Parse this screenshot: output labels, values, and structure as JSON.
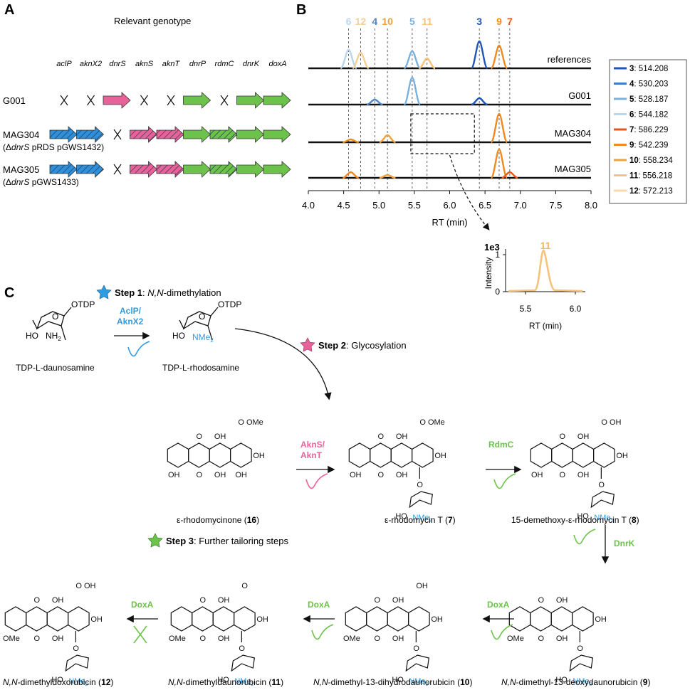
{
  "panel_a": {
    "label": "A",
    "title": "Relevant genotype",
    "genes": [
      "aclP",
      "aknX2",
      "dnrS",
      "aknS",
      "aknT",
      "dnrP",
      "rdmC",
      "dnrK",
      "doxA"
    ],
    "strains": [
      {
        "name": "G001",
        "sub": "",
        "cells": [
          "x",
          "x",
          "pink",
          "x",
          "x",
          "green",
          "x",
          "green",
          "green"
        ]
      },
      {
        "name": "MAG304",
        "sub_pre": "(Δ",
        "sub_it": "dnrS",
        "sub_post": " pRDS pGWS1432)",
        "cells": [
          "blue-h",
          "blue-h",
          "x",
          "pink-h",
          "pink-h",
          "green",
          "green-h",
          "green",
          "green"
        ]
      },
      {
        "name": "MAG305",
        "sub_pre": "(Δ",
        "sub_it": "dnrS",
        "sub_post": " pGWS1433)",
        "cells": [
          "blue-h",
          "blue-h",
          "x",
          "pink-h",
          "pink-h",
          "green",
          "green-h",
          "green",
          "green"
        ]
      }
    ],
    "colors": {
      "blue": "#2f8fd8",
      "pink": "#e8629a",
      "green": "#6cc24a"
    }
  },
  "panel_b": {
    "label": "B",
    "trace_labels": [
      "references",
      "G001",
      "MAG304",
      "MAG305"
    ],
    "peak_markers": [
      {
        "id": "6",
        "rt": 4.57,
        "color": "#b9d6ee"
      },
      {
        "id": "12",
        "rt": 4.74,
        "color": "#f6cf95"
      },
      {
        "id": "4",
        "rt": 4.94,
        "color": "#4f86c6"
      },
      {
        "id": "10",
        "rt": 5.12,
        "color": "#f2a03a"
      },
      {
        "id": "5",
        "rt": 5.47,
        "color": "#7ab0de"
      },
      {
        "id": "11",
        "rt": 5.68,
        "color": "#f7c27a"
      },
      {
        "id": "3",
        "rt": 6.42,
        "color": "#1f55b8"
      },
      {
        "id": "9",
        "rt": 6.7,
        "color": "#ef8a1f"
      },
      {
        "id": "7",
        "rt": 6.85,
        "color": "#e8571a"
      }
    ],
    "legend": [
      {
        "id": "3",
        "mz": ": 514.208",
        "color": "#1f55b8"
      },
      {
        "id": "4",
        "mz": ": 530.203",
        "color": "#3f7cc9"
      },
      {
        "id": "5",
        "mz": ": 528.187",
        "color": "#7ab0de"
      },
      {
        "id": "6",
        "mz": ": 544.182",
        "color": "#b9d6ee"
      },
      {
        "id": "7",
        "mz": ": 586.229",
        "color": "#e8571a"
      },
      {
        "id": "9",
        "mz": ": 542.239",
        "color": "#ef8a1f"
      },
      {
        "id": "10",
        "mz": ": 558.234",
        "color": "#f2a03a"
      },
      {
        "id": "11",
        "mz": ": 556.218",
        "color": "#f7c27a"
      },
      {
        "id": "12",
        "mz": ": 572.213",
        "color": "#f9d9a6"
      }
    ],
    "xaxis": {
      "ticks": [
        "4.0",
        "4.5",
        "5.0",
        "5.5",
        "6.0",
        "6.5",
        "7.0",
        "7.5",
        "8.0"
      ],
      "min": 4.0,
      "max": 8.0,
      "label": "RT (min)"
    },
    "traces": [
      {
        "row": 0,
        "peaks": [
          {
            "rt": 4.57,
            "h": 26,
            "c": "#b9d6ee"
          },
          {
            "rt": 4.74,
            "h": 22,
            "c": "#f6cf95"
          },
          {
            "rt": 5.47,
            "h": 24,
            "c": "#7ab0de"
          },
          {
            "rt": 5.68,
            "h": 14,
            "c": "#f7c27a"
          },
          {
            "rt": 6.42,
            "h": 38,
            "c": "#1f55b8"
          },
          {
            "rt": 6.7,
            "h": 32,
            "c": "#ef8a1f"
          }
        ]
      },
      {
        "row": 1,
        "peaks": [
          {
            "rt": 4.94,
            "h": 7,
            "c": "#4f86c6"
          },
          {
            "rt": 5.47,
            "h": 38,
            "c": "#7ab0de"
          },
          {
            "rt": 6.42,
            "h": 9,
            "c": "#1f55b8"
          }
        ]
      },
      {
        "row": 2,
        "peaks": [
          {
            "rt": 4.6,
            "h": 4,
            "c": "#ef8a1f"
          },
          {
            "rt": 5.12,
            "h": 10,
            "c": "#f2a03a"
          },
          {
            "rt": 6.7,
            "h": 40,
            "c": "#ef8a1f"
          }
        ]
      },
      {
        "row": 3,
        "peaks": [
          {
            "rt": 4.6,
            "h": 8,
            "c": "#ef8a1f"
          },
          {
            "rt": 5.12,
            "h": 4,
            "c": "#f2a03a"
          },
          {
            "rt": 6.7,
            "h": 40,
            "c": "#ef8a1f"
          },
          {
            "rt": 6.85,
            "h": 8,
            "c": "#e8571a"
          }
        ]
      }
    ],
    "inset": {
      "peak_label": "11",
      "scale": "1e3",
      "ylabel": "Intensity",
      "yticks": [
        "0",
        "1"
      ],
      "xticks": [
        "5.5",
        "6.0"
      ],
      "xlabel": "RT (min)"
    }
  },
  "panel_c": {
    "label": "C",
    "step1": {
      "bold": "Step 1",
      "rest_pre": ": ",
      "rest_it": "N,N",
      "rest_post": "-dimethylation"
    },
    "step2": {
      "bold": "Step 2",
      "rest": ": Glycosylation"
    },
    "step3": {
      "bold": "Step 3",
      "rest": ": Further tailoring steps"
    },
    "enzymes": {
      "aclp": [
        "AclP/",
        "AknX2"
      ],
      "akns": [
        "AknS/",
        "AknT"
      ],
      "rdmc": "RdmC",
      "dnrk": "DnrK",
      "doxa": "DoxA"
    },
    "compounds": {
      "daunosamine": "TDP-L-daunosamine",
      "rhodosamine": "TDP-L-rhodosamine",
      "c16": {
        "name": "ε-rhodomycinone (",
        "num": "16",
        ")": ")"
      },
      "c7": {
        "name": "ε-rhodomycin T (",
        "num": "7"
      },
      "c8": {
        "name": "15-demethoxy-ε-rhodomycin T (",
        "num": "8"
      },
      "c9": {
        "name": "-dimethyl-13-deoxydaunorubicin (",
        "num": "9"
      },
      "c10": {
        "name": "-dimethyl-13-dihydrodaunorubicin (",
        "num": "10"
      },
      "c11": {
        "name": "-dimethyldaunorubicin (",
        "num": "11"
      },
      "c12": {
        "name": "-dimethyldoxorubicin (",
        "num": "12"
      },
      "nn": "N,N"
    },
    "atoms": {
      "otdp": "OTDP",
      "ho": "HO",
      "nh2": "NH",
      "nme2": "NMe",
      "o": "O",
      "oh": "OH",
      "ome": "OMe"
    },
    "colors": {
      "blue": "#2f9be0",
      "pink": "#e8629a",
      "green": "#6cc24a",
      "ome_blue": "#2f9be0"
    }
  }
}
